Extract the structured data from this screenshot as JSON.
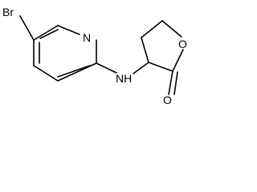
{
  "molecule": {
    "atoms": {
      "bromine": "Br",
      "pyridine_nitrogen": "N",
      "amine": "NH",
      "ring_oxygen": "O",
      "carbonyl_oxygen": "O"
    }
  }
}
